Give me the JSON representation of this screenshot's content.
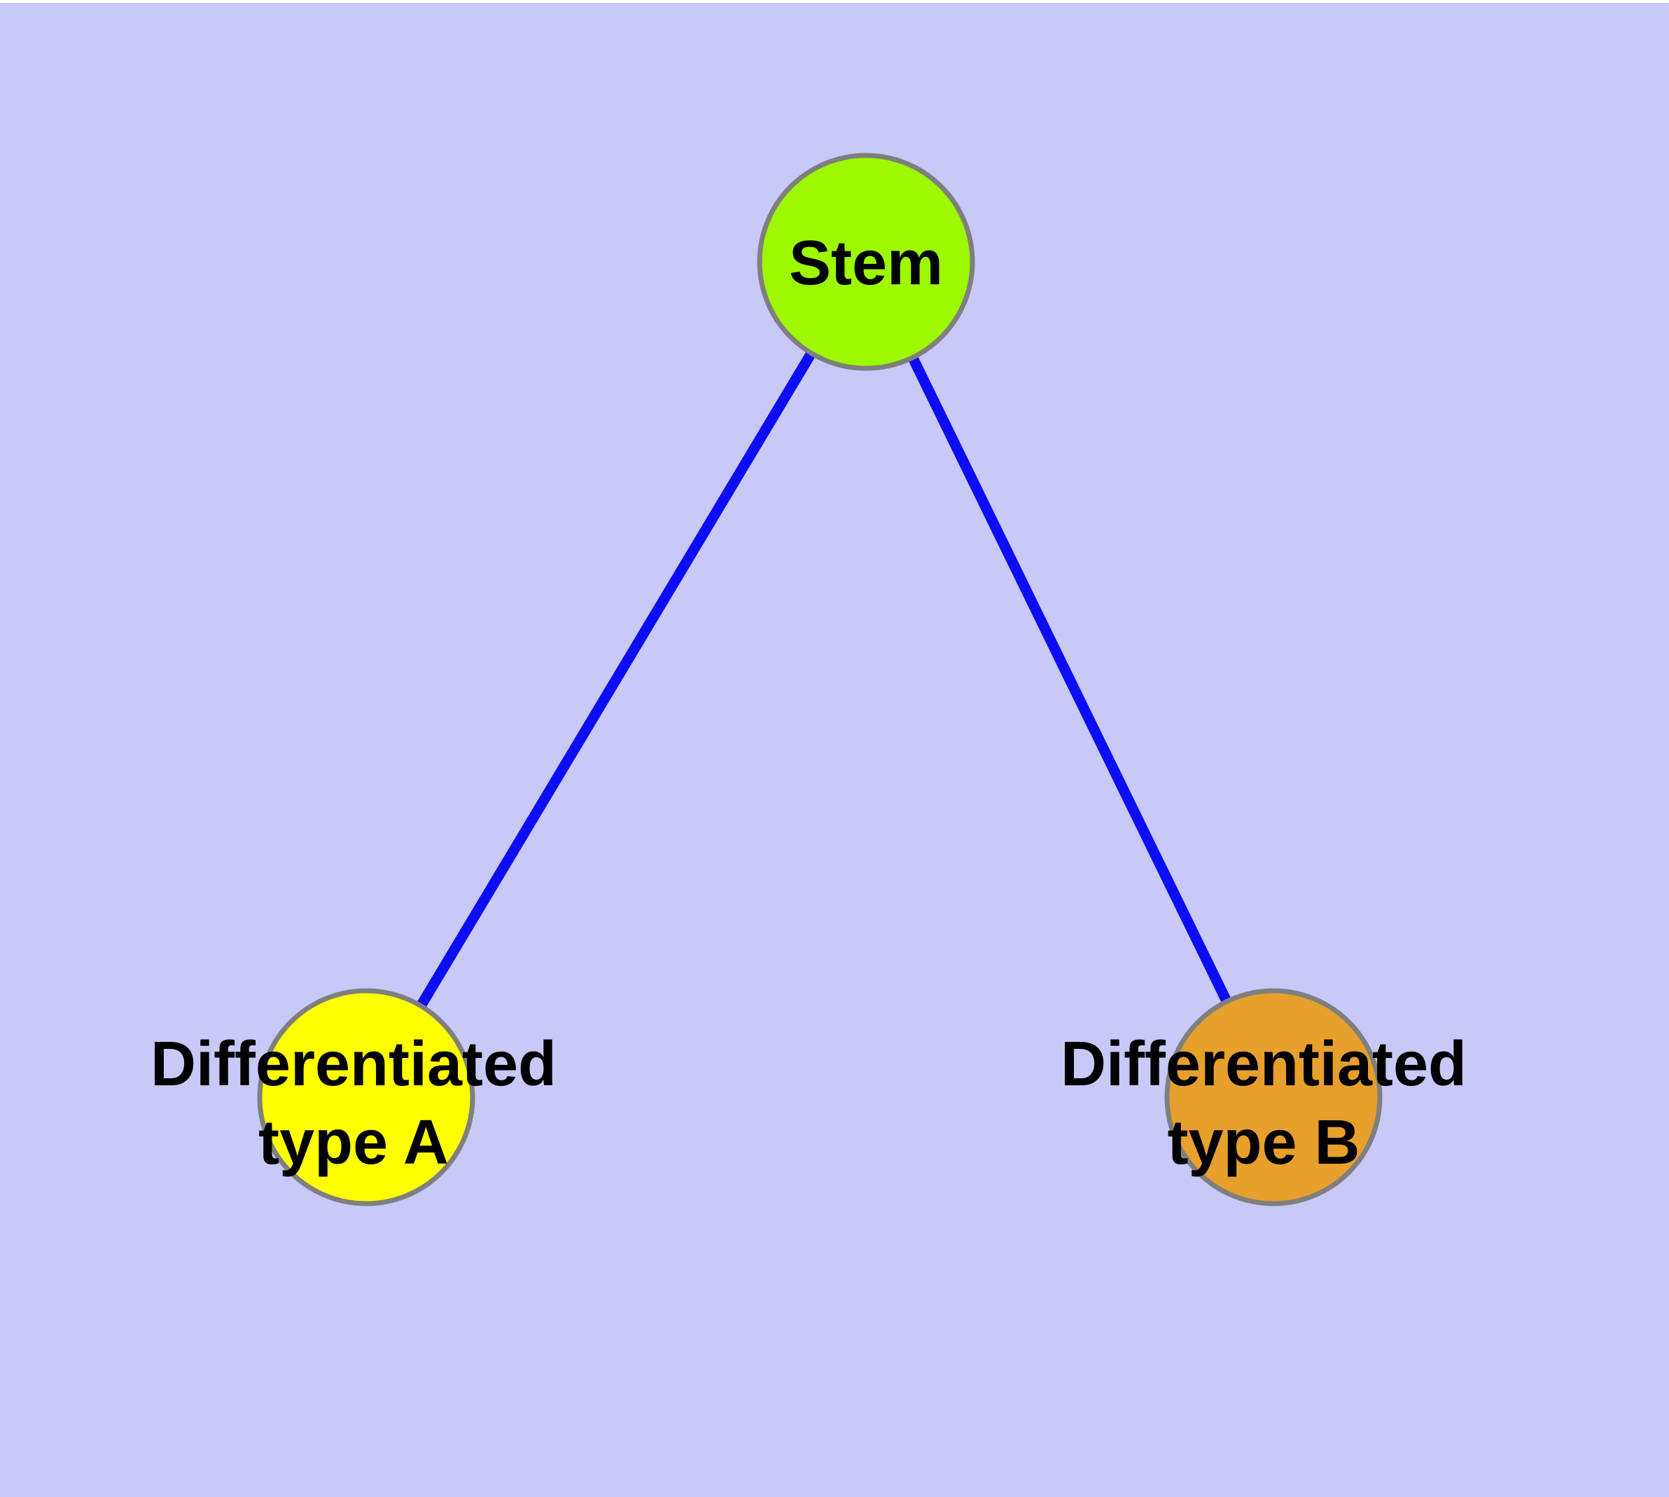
{
  "canvas": {
    "background_color": "#C9C9F8",
    "top_strip_color": "#FFFFFF"
  },
  "edges": {
    "color": "#0D0DF5",
    "items": [
      {
        "from": "Stem",
        "to": "Differentiated type A"
      },
      {
        "from": "Stem",
        "to": "Differentiated type B"
      }
    ]
  },
  "nodes": {
    "stroke_color": "#7F7F7F",
    "label_color": "#000000",
    "stem": {
      "label": "Stem",
      "fill": "#9DF800"
    },
    "type_a": {
      "label_line1": "Differentiated",
      "label_line2": "type A",
      "fill": "#FFFF00"
    },
    "type_b": {
      "label_line1": "Differentiated",
      "label_line2": "type B",
      "fill": "#E7A02C"
    }
  }
}
